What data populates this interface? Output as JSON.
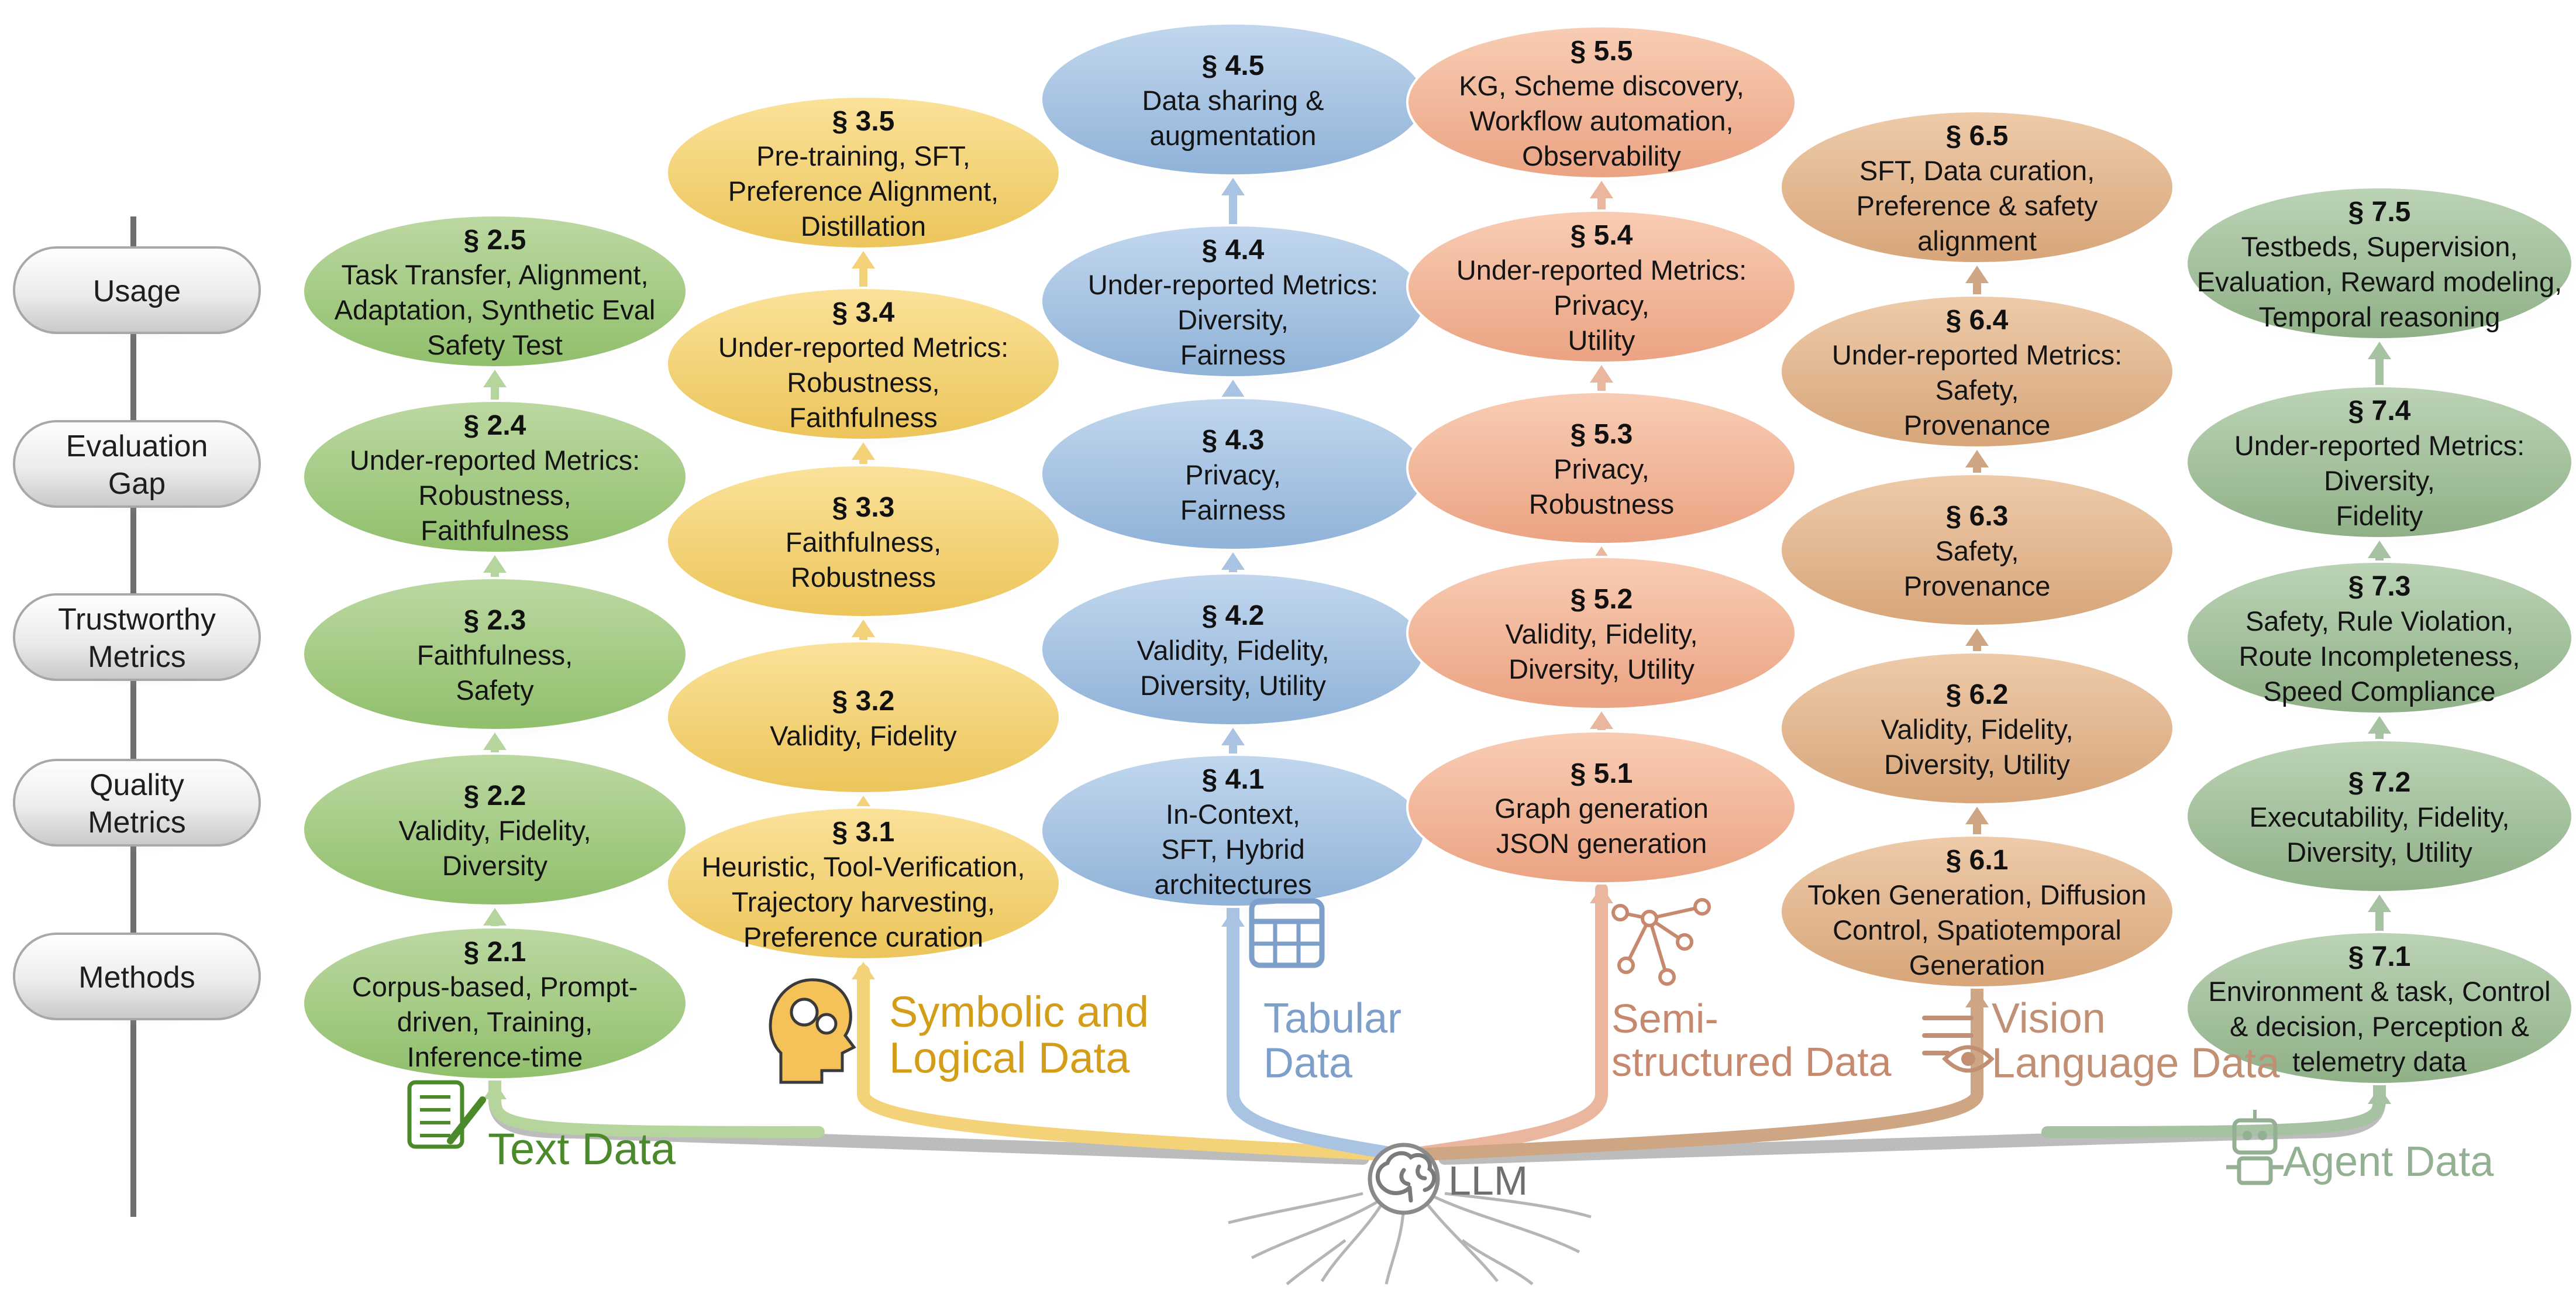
{
  "levels": [
    "Usage",
    "Evaluation\nGap",
    "Trustworthy\nMetrics",
    "Quality\nMetrics",
    "Methods"
  ],
  "root_label": "LLM",
  "branches": [
    {
      "key": "text",
      "label": "Text Data",
      "color": "#4a8a2c",
      "icon": "scroll-pen-icon",
      "nodes": [
        {
          "title": "§ 2.1",
          "body": "Corpus-based, Prompt-\ndriven, Training,\nInference-time"
        },
        {
          "title": "§ 2.2",
          "body": "Validity, Fidelity,\nDiversity"
        },
        {
          "title": "§ 2.3",
          "body": "Faithfulness,\nSafety"
        },
        {
          "title": "§ 2.4",
          "body": "Under-reported Metrics:\nRobustness,\nFaithfulness"
        },
        {
          "title": "§ 2.5",
          "body": "Task Transfer, Alignment,\nAdaptation, Synthetic Eval\nSafety Test"
        }
      ]
    },
    {
      "key": "symbolic",
      "label": "Symbolic and\nLogical Data",
      "color": "#d19a1a",
      "icon": "head-gears-icon",
      "nodes": [
        {
          "title": "§ 3.1",
          "body": "Heuristic, Tool-Verification,\nTrajectory harvesting,\nPreference curation"
        },
        {
          "title": "§ 3.2",
          "body": "Validity, Fidelity"
        },
        {
          "title": "§ 3.3",
          "body": "Faithfulness,\nRobustness"
        },
        {
          "title": "§ 3.4",
          "body": "Under-reported Metrics:\nRobustness,\nFaithfulness"
        },
        {
          "title": "§ 3.5",
          "body": "Pre-training, SFT,\nPreference Alignment,\nDistillation"
        }
      ]
    },
    {
      "key": "tabular",
      "label": "Tabular\nData",
      "color": "#7a9cc6",
      "icon": "table-icon",
      "nodes": [
        {
          "title": "§ 4.1",
          "body": "In-Context,\nSFT, Hybrid\narchitectures"
        },
        {
          "title": "§ 4.2",
          "body": "Validity, Fidelity,\nDiversity, Utility"
        },
        {
          "title": "§ 4.3",
          "body": "Privacy,\nFairness"
        },
        {
          "title": "§ 4.4",
          "body": "Under-reported Metrics:\nDiversity,\nFairness"
        },
        {
          "title": "§ 4.5",
          "body": "Data sharing &\naugmentation"
        }
      ]
    },
    {
      "key": "semi",
      "label": "Semi-\nstructured Data",
      "color": "#c98e72",
      "icon": "graph-nodes-icon",
      "nodes": [
        {
          "title": "§ 5.1",
          "body": "Graph generation\nJSON generation"
        },
        {
          "title": "§ 5.2",
          "body": "Validity, Fidelity,\nDiversity, Utility"
        },
        {
          "title": "§ 5.3",
          "body": "Privacy,\nRobustness"
        },
        {
          "title": "§ 5.4",
          "body": "Under-reported Metrics:\nPrivacy,\nUtility"
        },
        {
          "title": "§ 5.5",
          "body": "KG, Scheme discovery,\nWorkflow automation,\nObservability"
        }
      ]
    },
    {
      "key": "vision",
      "label": "Vision\nLanguage Data",
      "color": "#bf8a6b",
      "icon": "text-eye-icon",
      "nodes": [
        {
          "title": "§ 6.1",
          "body": "Token Generation, Diffusion\nControl, Spatiotemporal\nGeneration"
        },
        {
          "title": "§ 6.2",
          "body": "Validity, Fidelity,\nDiversity, Utility"
        },
        {
          "title": "§ 6.3",
          "body": "Safety,\nProvenance"
        },
        {
          "title": "§ 6.4",
          "body": "Under-reported Metrics:\nSafety,\nProvenance"
        },
        {
          "title": "§ 6.5",
          "body": "SFT, Data curation,\nPreference & safety\nalignment"
        }
      ]
    },
    {
      "key": "agent",
      "label": "Agent Data",
      "color": "#8fae8c",
      "icon": "robot-icon",
      "nodes": [
        {
          "title": "§ 7.1",
          "body": "Environment & task, Control\n& decision, Perception &\ntelemetry data"
        },
        {
          "title": "§ 7.2",
          "body": "Executability, Fidelity,\nDiversity, Utility"
        },
        {
          "title": "§ 7.3",
          "body": "Safety, Rule Violation,\nRoute Incompleteness,\nSpeed Compliance"
        },
        {
          "title": "§ 7.4",
          "body": "Under-reported Metrics:\nDiversity,\nFidelity"
        },
        {
          "title": "§ 7.5",
          "body": "Testbeds, Supervision,\nEvaluation, Reward modeling,\nTemporal reasoning"
        }
      ]
    }
  ]
}
